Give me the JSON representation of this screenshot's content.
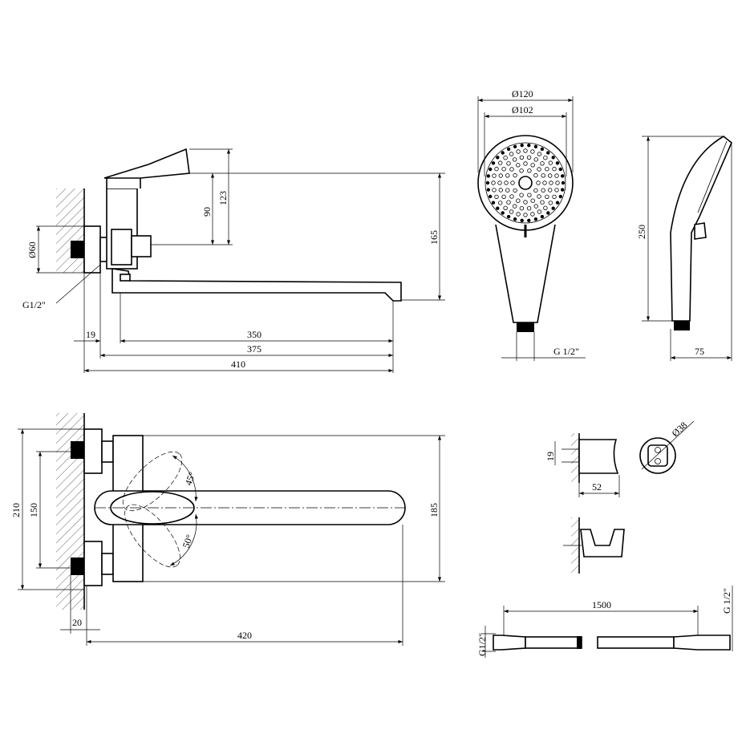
{
  "side_view": {
    "d_flange": "Ø60",
    "thread": "G1/2\"",
    "d19": "19",
    "d350": "350",
    "d375": "375",
    "d410": "410",
    "d90": "90",
    "d123": "123",
    "d165": "165"
  },
  "shower_head": {
    "d120": "Ø120",
    "d102": "Ø102",
    "thread": "G 1/2\"",
    "d250": "250",
    "d75": "75"
  },
  "top_view": {
    "d210": "210",
    "d150": "150",
    "a45": "45°",
    "a50": "50°",
    "d185": "185",
    "d20": "20",
    "d420": "420"
  },
  "holder": {
    "d19": "19",
    "d52": "52",
    "d38": "Ø38"
  },
  "hose": {
    "length": "1500",
    "thread_left": "G1/2\"",
    "thread_right": "G 1/2\""
  }
}
